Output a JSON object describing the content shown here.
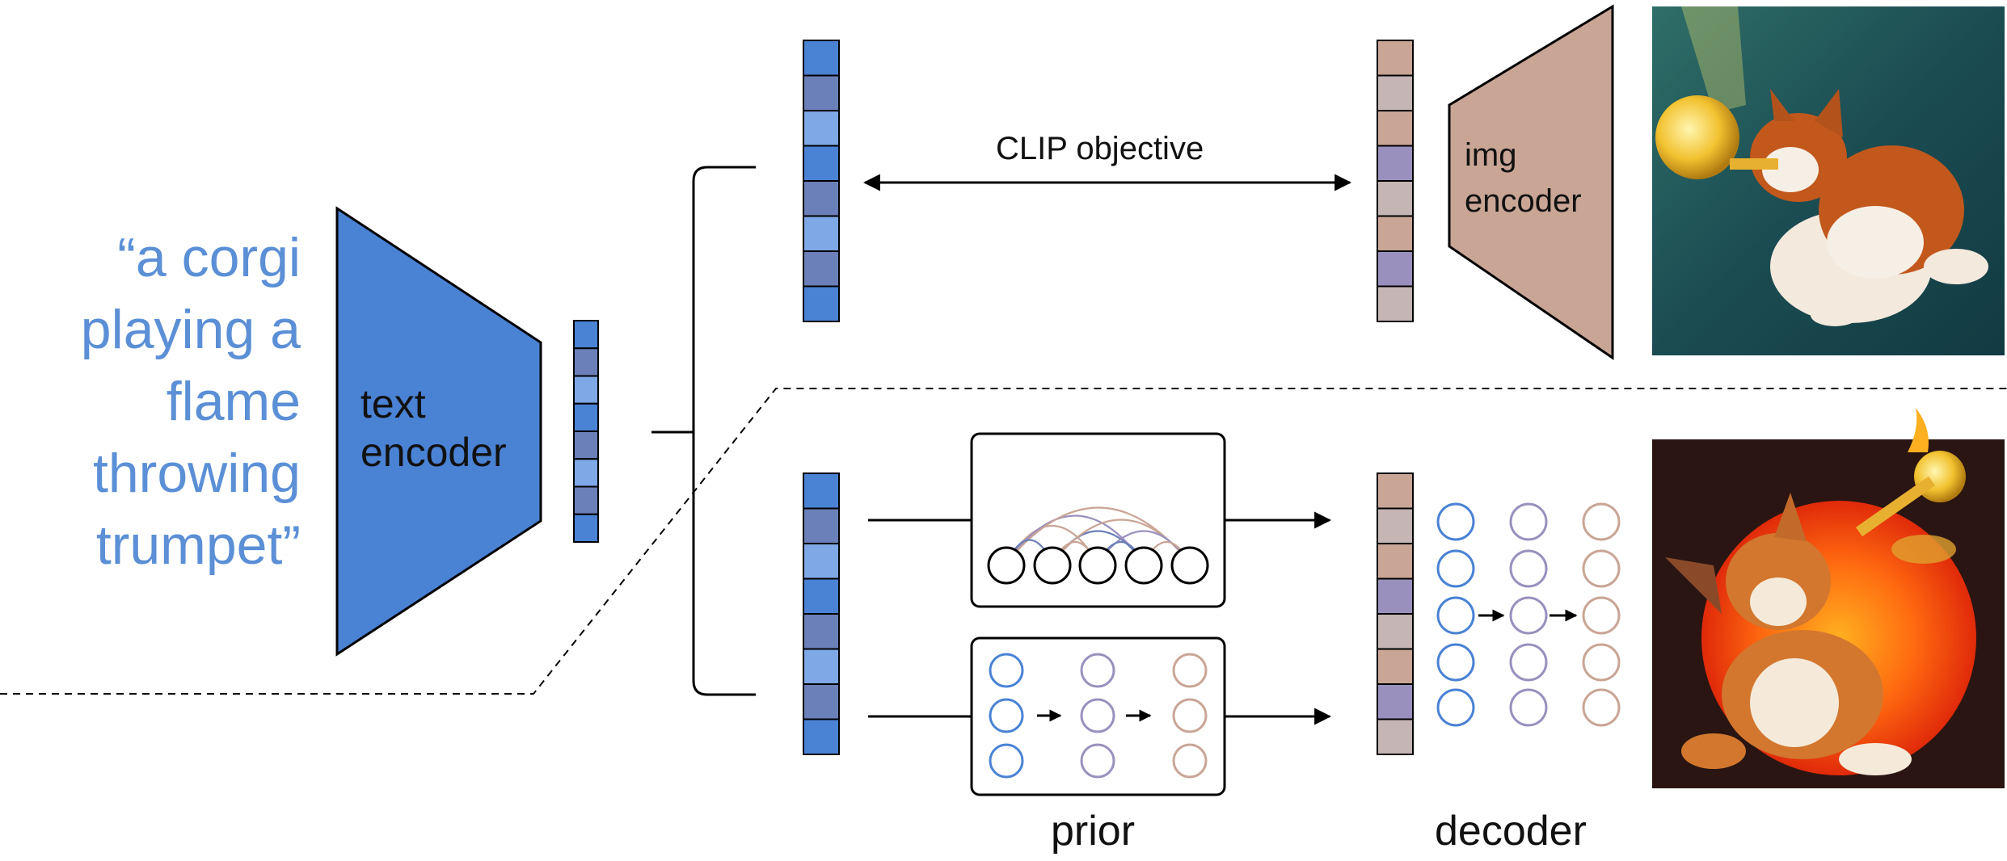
{
  "caption": {
    "lines": [
      "“a corgi",
      "playing a",
      "flame",
      "throwing",
      "trumpet”"
    ]
  },
  "text_encoder": {
    "label_line1": "text",
    "label_line2": "encoder"
  },
  "img_encoder": {
    "label_line1": "img",
    "label_line2": "encoder"
  },
  "clip_objective": {
    "label": "CLIP objective"
  },
  "prior": {
    "label": "prior"
  },
  "decoder": {
    "label": "decoder"
  },
  "images": {
    "top": "corgi-trumpet-painting",
    "bottom": "corgi-trumpet-generated"
  },
  "colors": {
    "text_blue": "#5b8fd6",
    "encoder_blue": "#4a82d4",
    "img_encoder_brown": "#c9a596",
    "blue_embedding": [
      "#4a82d4",
      "#6b7fb8",
      "#7ea8e6",
      "#4a82d4",
      "#6b7fb8",
      "#7ea8e6",
      "#6b7fb8",
      "#4a82d4"
    ],
    "brown_embedding": [
      "#c9a596",
      "#c5b5b5",
      "#c9a596",
      "#9a90bd",
      "#c5b5b5",
      "#c9a596",
      "#9a90bd",
      "#c5b5b5"
    ]
  }
}
